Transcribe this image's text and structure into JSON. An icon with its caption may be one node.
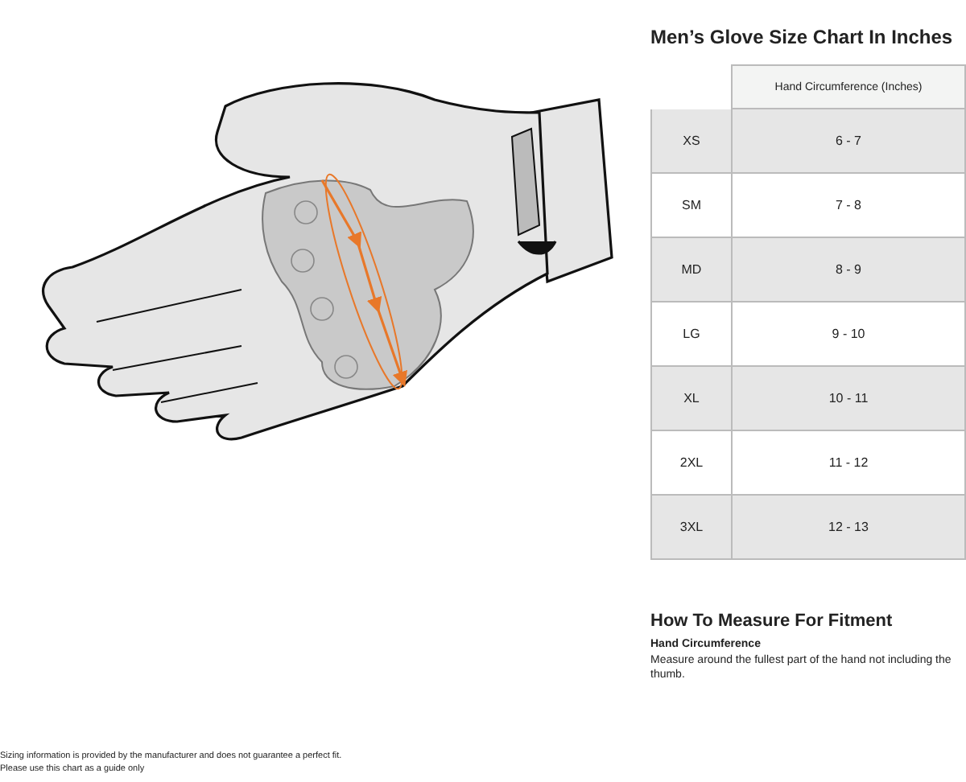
{
  "diagram": {
    "title": "Men’s Glove Size Chart In Inches",
    "labels": [
      "Hand Circumference (Inches)",
      "XS",
      "6 - 7",
      "SM",
      "7 - 8",
      "MD",
      "8 - 9",
      "LG",
      "9 - 10",
      "XL",
      "10 - 11",
      "2XL",
      "11 - 12",
      "3XL",
      "12 - 13",
      "How To Measure For Fitment",
      "Hand Circumference",
      "Measure around the fullest part of the hand not including the thumb.",
      "Sizing information is provided by the manufacturer and does not guarantee a perfect fit.",
      "Please use this chart as a guide only"
    ]
  }
}
